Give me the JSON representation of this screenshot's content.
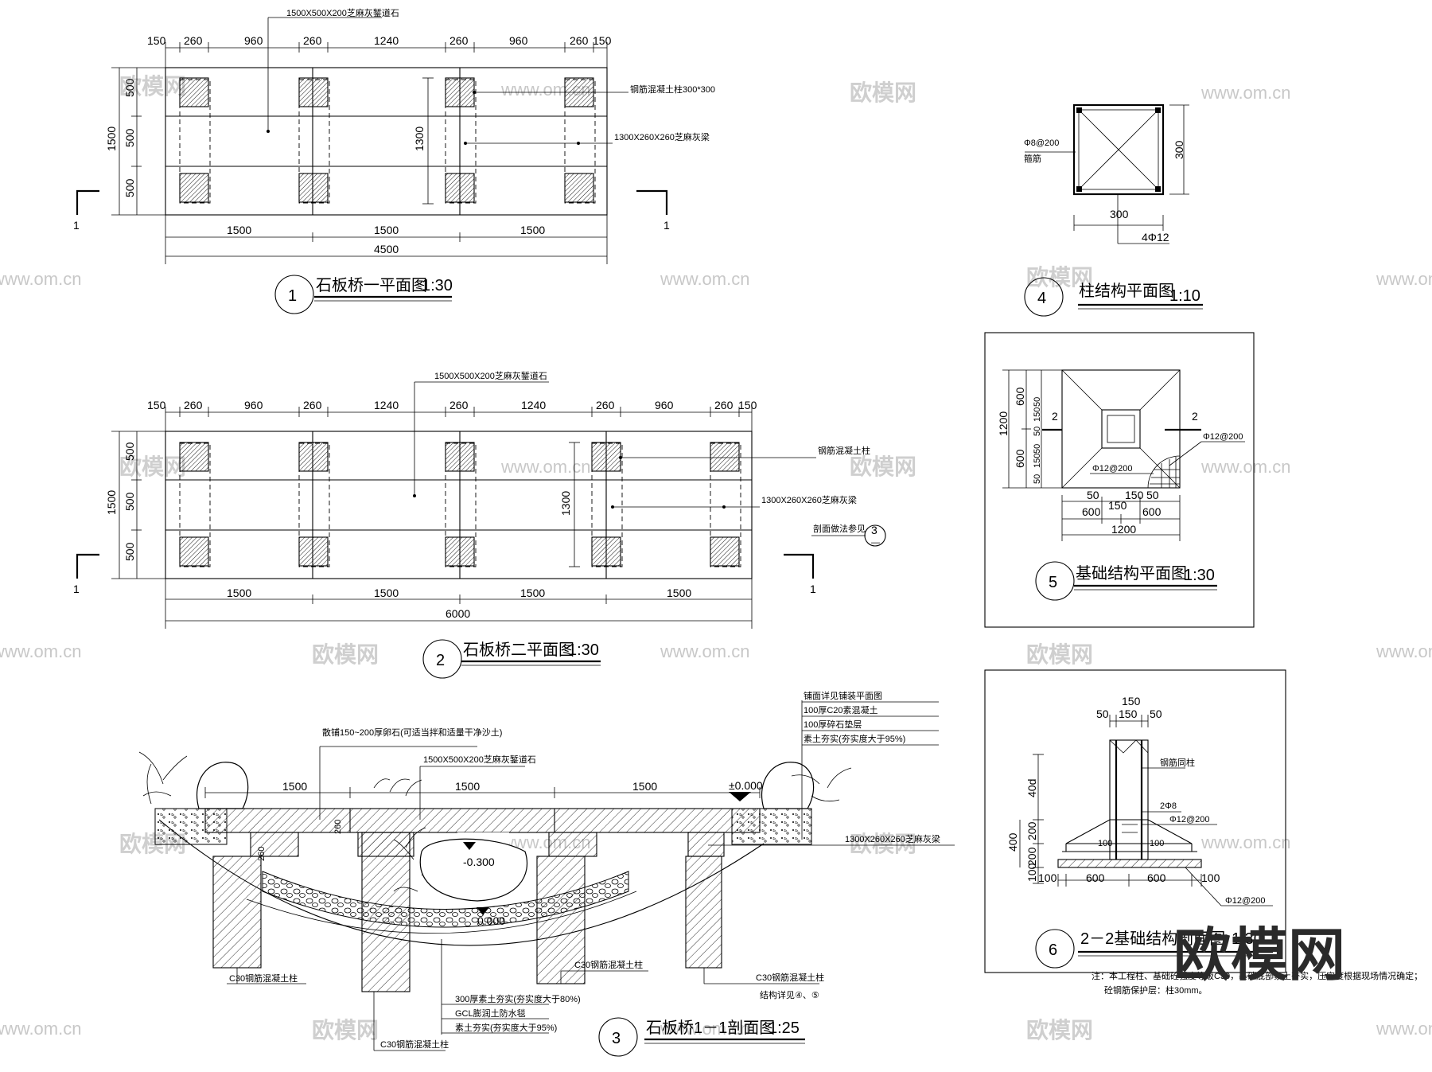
{
  "drawings": {
    "plan1": {
      "num": "1",
      "title": "石板桥一平面图",
      "scale": "1:30",
      "top_dims": [
        "150",
        "260",
        "960",
        "260",
        "1240",
        "260",
        "960",
        "260",
        "150"
      ],
      "side_dims": [
        "500",
        "500",
        "500"
      ],
      "overall_h": "1500",
      "inner_h": "1300",
      "bottom_dims": [
        "1500",
        "1500",
        "1500"
      ],
      "total": "4500",
      "callouts": [
        "1500X500X200芝麻灰錾道石",
        "钢筋混凝土柱300*300",
        "1300X260X260芝麻灰梁"
      ],
      "cut_mark": "1"
    },
    "plan2": {
      "num": "2",
      "title": "石板桥二平面图",
      "scale": "1:30",
      "top_dims": [
        "150",
        "260",
        "960",
        "260",
        "1240",
        "260",
        "1240",
        "260",
        "960",
        "260",
        "150"
      ],
      "side_dims": [
        "500",
        "500",
        "500"
      ],
      "overall_h": "1500",
      "inner_h": "1300",
      "bottom_dims": [
        "1500",
        "1500",
        "1500",
        "1500"
      ],
      "total": "6000",
      "callouts": [
        "1500X500X200芝麻灰錾道石",
        "钢筋混凝土柱",
        "1300X260X260芝麻灰梁",
        "剖面做法参见"
      ],
      "ref_num": "3",
      "ref_sub": "—",
      "cut_mark": "1"
    },
    "section3": {
      "num": "3",
      "title": "石板桥1－1剖面图",
      "scale": "1:25",
      "spans": [
        "1500",
        "1500",
        "1500"
      ],
      "elev_top": "±0.000",
      "elev_water": "-0.300",
      "elev_bottom": "0.000",
      "beam_h": "260",
      "plank_h": "260",
      "notes_right": [
        "铺面详见铺装平面图",
        "100厚C20素混凝土",
        "100厚碎石垫层",
        "素土夯实(夯实度大于95%)"
      ],
      "note_top": "散铺150~200厚卵石(可适当拌和适量干净沙土)",
      "stone": "1500X500X200芝麻灰錾道石",
      "beam": "1300X260X260芝麻灰梁",
      "col_labels": [
        "C30钢筋混凝土柱",
        "C30钢筋混凝土柱",
        "C30钢筋混凝土柱",
        "C30钢筋混凝土柱"
      ],
      "col_detail": "结构详见④、⑤",
      "bottom_layers": [
        "300厚素土夯实(夯实度大于80%)",
        "GCL膨润土防水毯",
        "素土夯实(夯实度大于95%)"
      ]
    },
    "plan4": {
      "num": "4",
      "title": "柱结构平面图",
      "scale": "1:10",
      "stirrup": "Φ8@200",
      "stirrup_note": "箍筋",
      "dim_w": "300",
      "dim_h": "300",
      "rebar": "4Φ12"
    },
    "plan5": {
      "num": "5",
      "title": "基础结构平面图",
      "scale": "1:30",
      "left_dims": [
        "600",
        "600"
      ],
      "overall": "1200",
      "inner_dims": [
        "50",
        "150",
        "50",
        "50",
        "150",
        "50"
      ],
      "bottom_dims1": [
        "50",
        "150",
        "150",
        "50"
      ],
      "bottom_dims2": [
        "600",
        "600"
      ],
      "bottom_total": "1200",
      "rebar_a": "Φ12@200",
      "rebar_b": "Φ12@200",
      "cut": "2"
    },
    "plan6": {
      "num": "6",
      "title": "2－2基础结构剖面图",
      "scale": "1:30",
      "top_dims": [
        "50",
        "150",
        "50"
      ],
      "top_total": "150",
      "rebar_col": "钢筋同柱",
      "stirrup": "2Φ8",
      "rebar_a": "Φ12@200",
      "rebar_b": "Φ12@200",
      "left_dims": [
        "40d",
        "400",
        "200",
        "200",
        "100"
      ],
      "bottom_dims": [
        "100",
        "600",
        "600",
        "100"
      ],
      "inner": [
        "100",
        "100"
      ],
      "note1": "注：本工程柱、基础砼强度等级C30，基础底部素土夯实，压实度根据现场情况确定；",
      "note2": "砼钢筋保护层：柱30mm。"
    }
  },
  "watermarks": {
    "logo_cn": "欧模网",
    "url": "www.om.cn",
    "big_logo": "欧模网"
  }
}
